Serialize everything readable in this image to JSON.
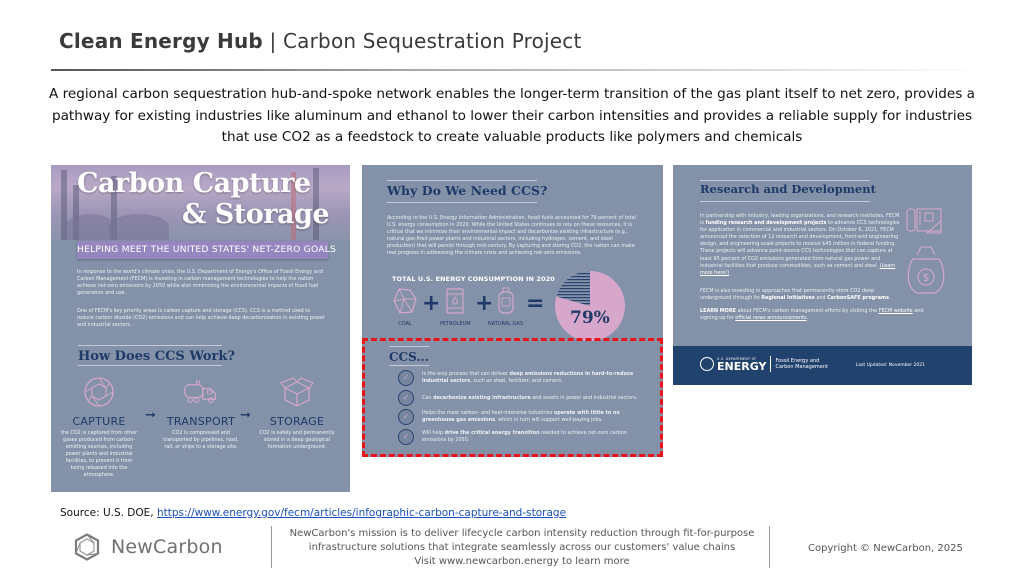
{
  "header": {
    "title_bold": "Clean Energy Hub",
    "title_sep": " | ",
    "title_rest": "Carbon Sequestration Project"
  },
  "lead": "A regional carbon sequestration hub-and-spoke network enables the longer-term transition of the gas plant itself to net zero, provides a pathway for existing industries like aluminum and ethanol to lower their carbon intensities and provides a reliable supply for industries that use CO2 as a feedstock to create valuable products like polymers and chemicals",
  "panel1": {
    "hero_line1": "Carbon Capture",
    "hero_line2": "& Storage",
    "banner": "HELPING MEET THE UNITED STATES' NET-ZERO GOALS",
    "body1": "In response to the world's climate crisis, the U.S. Department of Energy's Office of Fossil Energy and Carbon Management (FECM) is investing in carbon management technologies to help the nation achieve net-zero emissions by 2050 while also minimizing the environmental impacts of fossil fuel generation and use.",
    "body2": "One of FECM's key priority areas is carbon capture and storage (CCS). CCS is a method used to reduce carbon dioxide (CO2) emissions and can help achieve deep decarbonization in existing power and industrial sectors.",
    "how_title": "How Does CCS Work?",
    "steps": [
      {
        "label": "CAPTURE",
        "desc": "the CO2 is captured from other gases produced from carbon-emitting sources, including power plants and industrial facilities, to prevent it from being released into the atmosphere."
      },
      {
        "label": "TRANSPORT",
        "desc": "CO2 is compressed and transported by pipelines, road, rail, or ships to a storage site."
      },
      {
        "label": "STORAGE",
        "desc": "CO2 is safely and permanently stored in a deep geological formation underground."
      }
    ],
    "arrow": "➞"
  },
  "panel2": {
    "why_title": "Why Do We Need CCS?",
    "body": "According to the U.S. Energy Information Administration, fossil fuels accounted for 79 percent of total U.S. energy consumption in 2020. While the United States continues to rely on these resources, it is critical that we minimize their environmental impact and decarbonize existing infrastructure (e.g., natural gas-fired power plants and industrial sectors, including hydrogen, cement, and steel production) that will persist through mid-century. By capturing and storing CO2, the nation can make real progress in addressing the climate crisis and achieving net-zero emissions.",
    "consumption_title": "TOTAL U.S. ENERGY CONSUMPTION IN 2020",
    "fuels": [
      "COAL",
      "PETROLEUM",
      "NATURAL GAS"
    ],
    "plus": "+",
    "equals": "=",
    "pie_value": "79%",
    "pie_percent": 79,
    "ccs_title": "CCS...",
    "ccs_items": [
      {
        "pre": "Is the only process that can deliver ",
        "bold": "deep emissions reductions in hard-to-reduce industrial sectors",
        "post": ", such as steel, fertilizer, and cement."
      },
      {
        "pre": "Can ",
        "bold": "decarbonize existing infrastructure",
        "post": " and assets in power and industrial sectors."
      },
      {
        "pre": "Helps the most carbon- and heat-intensive industries ",
        "bold": "operate with little to no greenhouse gas emissions",
        "post": ", which in turn will support well-paying jobs."
      },
      {
        "pre": "Will help ",
        "bold": "drive the critical energy transition",
        "post": " needed to achieve net-zero carbon emissions by 2050."
      }
    ],
    "check_glyph": "✓"
  },
  "panel3": {
    "title": "Research and Development",
    "body1_pre": "In partnership with industry, leading organizations, and research institutes, FECM is ",
    "body1_bold": "funding research and development projects",
    "body1_post": " to advance CCS technologies for application in commercial and industrial sectors. On October 6, 2021, FECM announced the selection of 12 research and development, front-end engineering design, and engineering-scale projects to receive $45 million in federal funding. These projects will advance point-source CCS technologies that can capture at least 95 percent of CO2 emissions generated from natural gas power and industrial facilities that produce commodities, such as cement and steel. ",
    "body1_link": "(Learn more here!)",
    "body2_pre": "FECM is also investing in approaches that permanently store CO2 deep underground through its ",
    "body2_bold1": "Regional Initiatives",
    "body2_mid": " and ",
    "body2_bold2": "CarbonSAFE programs",
    "body2_post": ".",
    "body3_bold": "LEARN MORE",
    "body3_mid": " about FECM's carbon management efforts by visiting the ",
    "body3_link1": "FECM website",
    "body3_mid2": " and signing up for ",
    "body3_link2": "official news announcements",
    "body3_post": ".",
    "doe_top": "U.S. DEPARTMENT OF",
    "doe_main": "ENERGY",
    "doe_sub1": "Fossil Energy and",
    "doe_sub2": "Carbon Management",
    "last_updated": "Last Updated: November 2021"
  },
  "source": {
    "label": "Source: U.S. DOE, ",
    "url": "https://www.energy.gov/fecm/articles/infographic-carbon-capture-and-storage"
  },
  "footer": {
    "brand": "NewCarbon",
    "mission_line1": "NewCarbon's mission is to deliver lifecycle carbon intensity reduction through fit-for-purpose",
    "mission_line2": "infrastructure solutions that integrate seamlessly across our customers' value chains",
    "mission_line3": "Visit www.newcarbon.energy to learn more",
    "copyright": "Copyright © NewCarbon, 2025"
  },
  "colors": {
    "panel_bg": "#8392a8",
    "navy": "#1f3a68",
    "pink": "#d7a7cb",
    "highlight": "#e8141a",
    "link": "#1a4fbf"
  }
}
